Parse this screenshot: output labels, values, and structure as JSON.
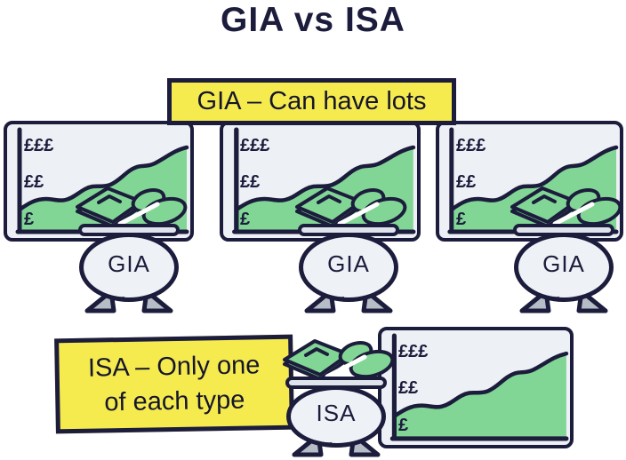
{
  "title": "GIA vs ISA",
  "colors": {
    "navy_outline": "#1c1c3c",
    "green_fill": "#82d695",
    "banner_yellow": "#f5eb4e",
    "panel_background": "#edf0f5",
    "pot_background": "#eef1f6",
    "foot_gray": "#b7bdc7"
  },
  "gia": {
    "banner_label": "GIA – Can have lots",
    "axis_labels": [
      "£££",
      "££",
      "£"
    ],
    "pots": [
      {
        "label": "GIA"
      },
      {
        "label": "GIA"
      },
      {
        "label": "GIA"
      }
    ]
  },
  "isa": {
    "banner_line1": "ISA – Only one",
    "banner_line2": "of each type",
    "axis_labels": [
      "£££",
      "££",
      "£"
    ],
    "pot": {
      "label": "ISA"
    }
  }
}
